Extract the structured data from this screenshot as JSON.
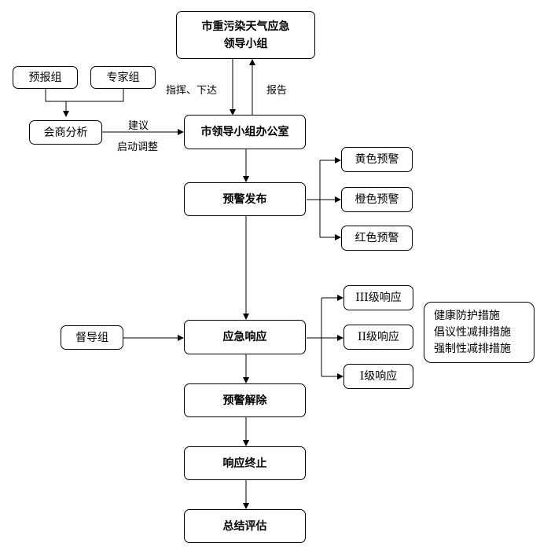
{
  "nodes": {
    "leadership_group": {
      "line1": "市重污染天气应急",
      "line2": "领导小组"
    },
    "forecast_group": "预报组",
    "expert_group": "专家组",
    "consultation": "会商分析",
    "office": "市领导小组办公室",
    "warning_release": "预警发布",
    "yellow": "黄色预警",
    "orange": "橙色预警",
    "red": "红色预警",
    "emergency_response": "应急响应",
    "supervision_group": "督导组",
    "level3": "III级响应",
    "level2": "II级响应",
    "level1": "I级响应",
    "measures": [
      "健康防护措施",
      "倡议性减排措施",
      "强制性减排措施"
    ],
    "warning_lift": "预警解除",
    "response_end": "响应终止",
    "summary": "总结评估"
  },
  "edge_labels": {
    "command": "指挥、下达",
    "report": "报告",
    "suggest": "建议",
    "adjust": "启动调整"
  }
}
